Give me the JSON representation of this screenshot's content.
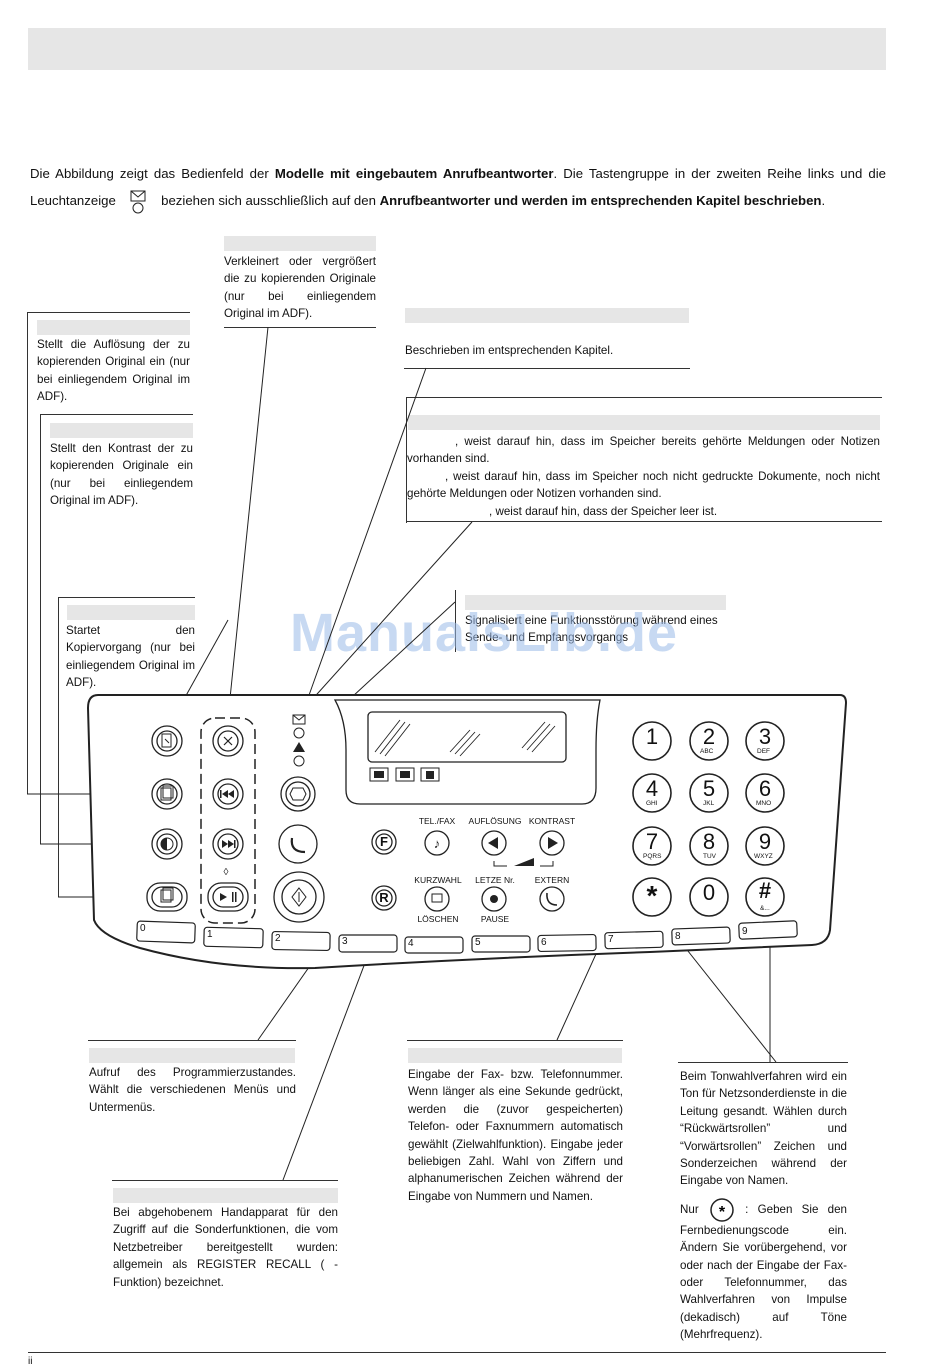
{
  "intro": {
    "p1": "Die Abbildung zeigt das Bedienfeld der ",
    "b1": "Modelle mit eingebautem Anrufbeantworter",
    "p2": ". Die Tastengruppe in der zweiten Reihe links und die Leuchtanzeige",
    "p3": "beziehen sich ausschließlich auf den ",
    "b2": "Anrufbeantworter und werden im entsprechenden Kapitel beschrieben",
    "p4": "."
  },
  "callouts": {
    "reduce": "Verkleinert oder vergrößert die zu kopierenden Originale (nur bei einliegendem Original im ADF).",
    "resolution": "Stellt die Auflösung der zu kopierenden Original ein (nur bei einliegendem Original im ADF).",
    "contrast": "Stellt den Kontrast der zu kopierenden Originale ein (nur bei einliegendem Original im ADF).",
    "copy": "Startet den Kopiervorgang (nur bei einliegendem Original im ADF).",
    "answering": "Beschrieben im entsprechenden Kapitel.",
    "memory_1": ", weist darauf hin, dass im Speicher bereits gehörte Meldungen oder Notizen vorhanden sind.",
    "memory_2": ", weist darauf hin, dass im Speicher noch nicht gedruckte Dokumente, noch nicht gehörte Meldungen oder Notizen vorhanden sind.",
    "memory_3": ", weist darauf hin, dass der Speicher leer ist.",
    "error": "Signalisiert eine Funktionsstörung während eines Sende- und Empfangsvorgangs",
    "f_key": "Aufruf des Programmierzustandes. Wählt die verschiedenen Menüs und Untermenüs.",
    "r_key": "Bei abgehobenem Handapparat für den Zugriff auf die Sonderfunktionen, die vom Netzbetreiber bereitgestellt wurden: allgemein als REGISTER RECALL (  -Funktion) bezeichnet.",
    "keypad": "Eingabe der Fax- bzw. Telefonnummer. Wenn länger als eine Sekunde gedrückt, werden die (zuvor gespeicherten) Telefon- oder Faxnummern automatisch gewählt (Zielwahlfunktion). Eingabe jeder beliebigen Zahl. Wahl von Ziffern und alphanumerischen Zeichen während der Eingabe von Nummern und Namen.",
    "star_hash_1": "Beim Tonwahlverfahren wird ein Ton für Netzsonderdienste in die Leitung gesandt. Wählen durch “Rückwärtsrollen” und “Vorwärtsrollen” Zeichen und Sonderzeichen während der Eingabe von Namen.",
    "star_hash_2a": "Nur",
    "star_hash_2b": ": Geben Sie den Fernbedienungscode ein. Ändern Sie vorübergehend, vor oder nach der Eingabe der Fax- oder Telefonnummer, das Wahlverfahren von Impulse (dekadisch) auf Töne (Mehrfrequenz)."
  },
  "panel": {
    "labels": {
      "telfax": "TEL./FAX",
      "aufloesung": "AUFLÖSUNG",
      "kontrast": "KONTRAST",
      "kurzwahl": "KURZWAHL",
      "loeschen": "LÖSCHEN",
      "letzte": "LETZE Nr.",
      "pause": "PAUSE",
      "extern": "EXTERN"
    },
    "keys": {
      "f": "F",
      "r": "R",
      "k1": "1",
      "k2": "2",
      "k3": "3",
      "k4": "4",
      "k5": "5",
      "k6": "6",
      "k7": "7",
      "k8": "8",
      "k9": "9",
      "kstar": "*",
      "k0": "0",
      "khash": "#",
      "s2": "ABC",
      "s3": "DEF",
      "s4": "GHI",
      "s5": "JKL",
      "s6": "MNO",
      "s7": "PQRS",
      "s8": "TUV",
      "s9": "WXYZ",
      "shash": "&..."
    },
    "onetouch": [
      "0",
      "1",
      "2",
      "3",
      "4",
      "5",
      "6",
      "7",
      "8",
      "9"
    ]
  },
  "watermark": "ManualsLib.de",
  "footer": "ii"
}
